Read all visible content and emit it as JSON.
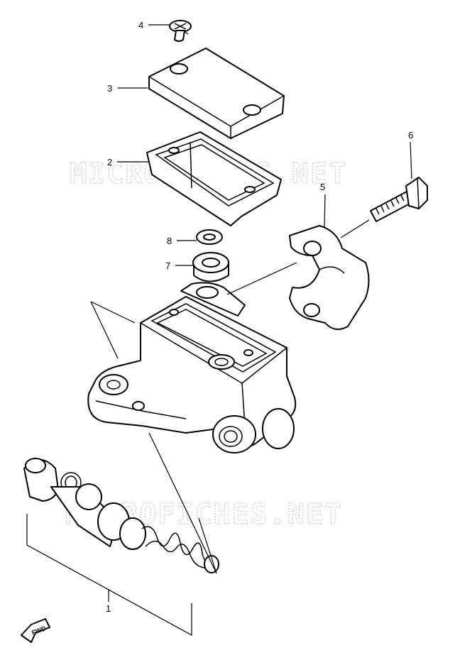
{
  "watermark": {
    "text_upper": "MICROFICHES.NET",
    "text_lower": "MICROFICHES.NET"
  },
  "callouts": {
    "part_1": "1",
    "part_2": "2",
    "part_3": "3",
    "part_4": "4",
    "part_5": "5",
    "part_6": "6",
    "part_7": "7",
    "part_8": "8"
  },
  "fwd_badge": "FWD"
}
